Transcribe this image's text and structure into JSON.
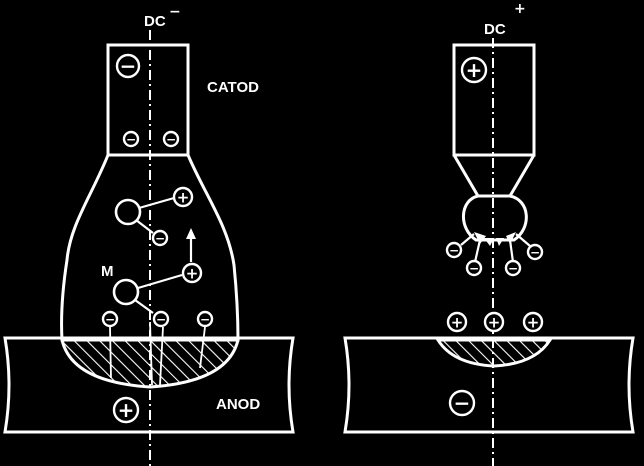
{
  "colors": {
    "background": "#000000",
    "foreground": "#ffffff"
  },
  "left": {
    "title": "DC",
    "title_sign": "−",
    "cathode_label": "CATOD",
    "anode_label": "ANOD",
    "electrode_sign": "−",
    "workpiece_sign": "+",
    "molecule_label": "M"
  },
  "right": {
    "title": "DC",
    "title_sign": "+",
    "electrode_sign": "+",
    "workpiece_sign": "−"
  },
  "signs": {
    "plus": "+",
    "minus": "−"
  }
}
